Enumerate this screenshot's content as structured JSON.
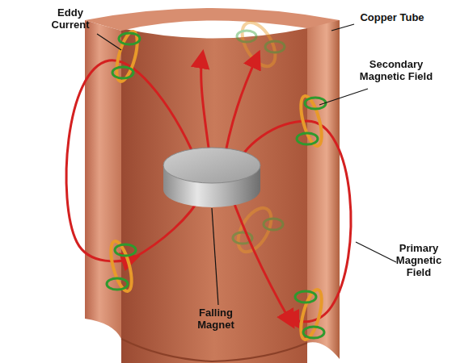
{
  "diagram": {
    "labels": [
      "Copper Tube",
      "Eddy Current",
      "Secondary Magnetic Field",
      "Falling Magnet",
      "Primary Magnetic Field"
    ]
  }
}
